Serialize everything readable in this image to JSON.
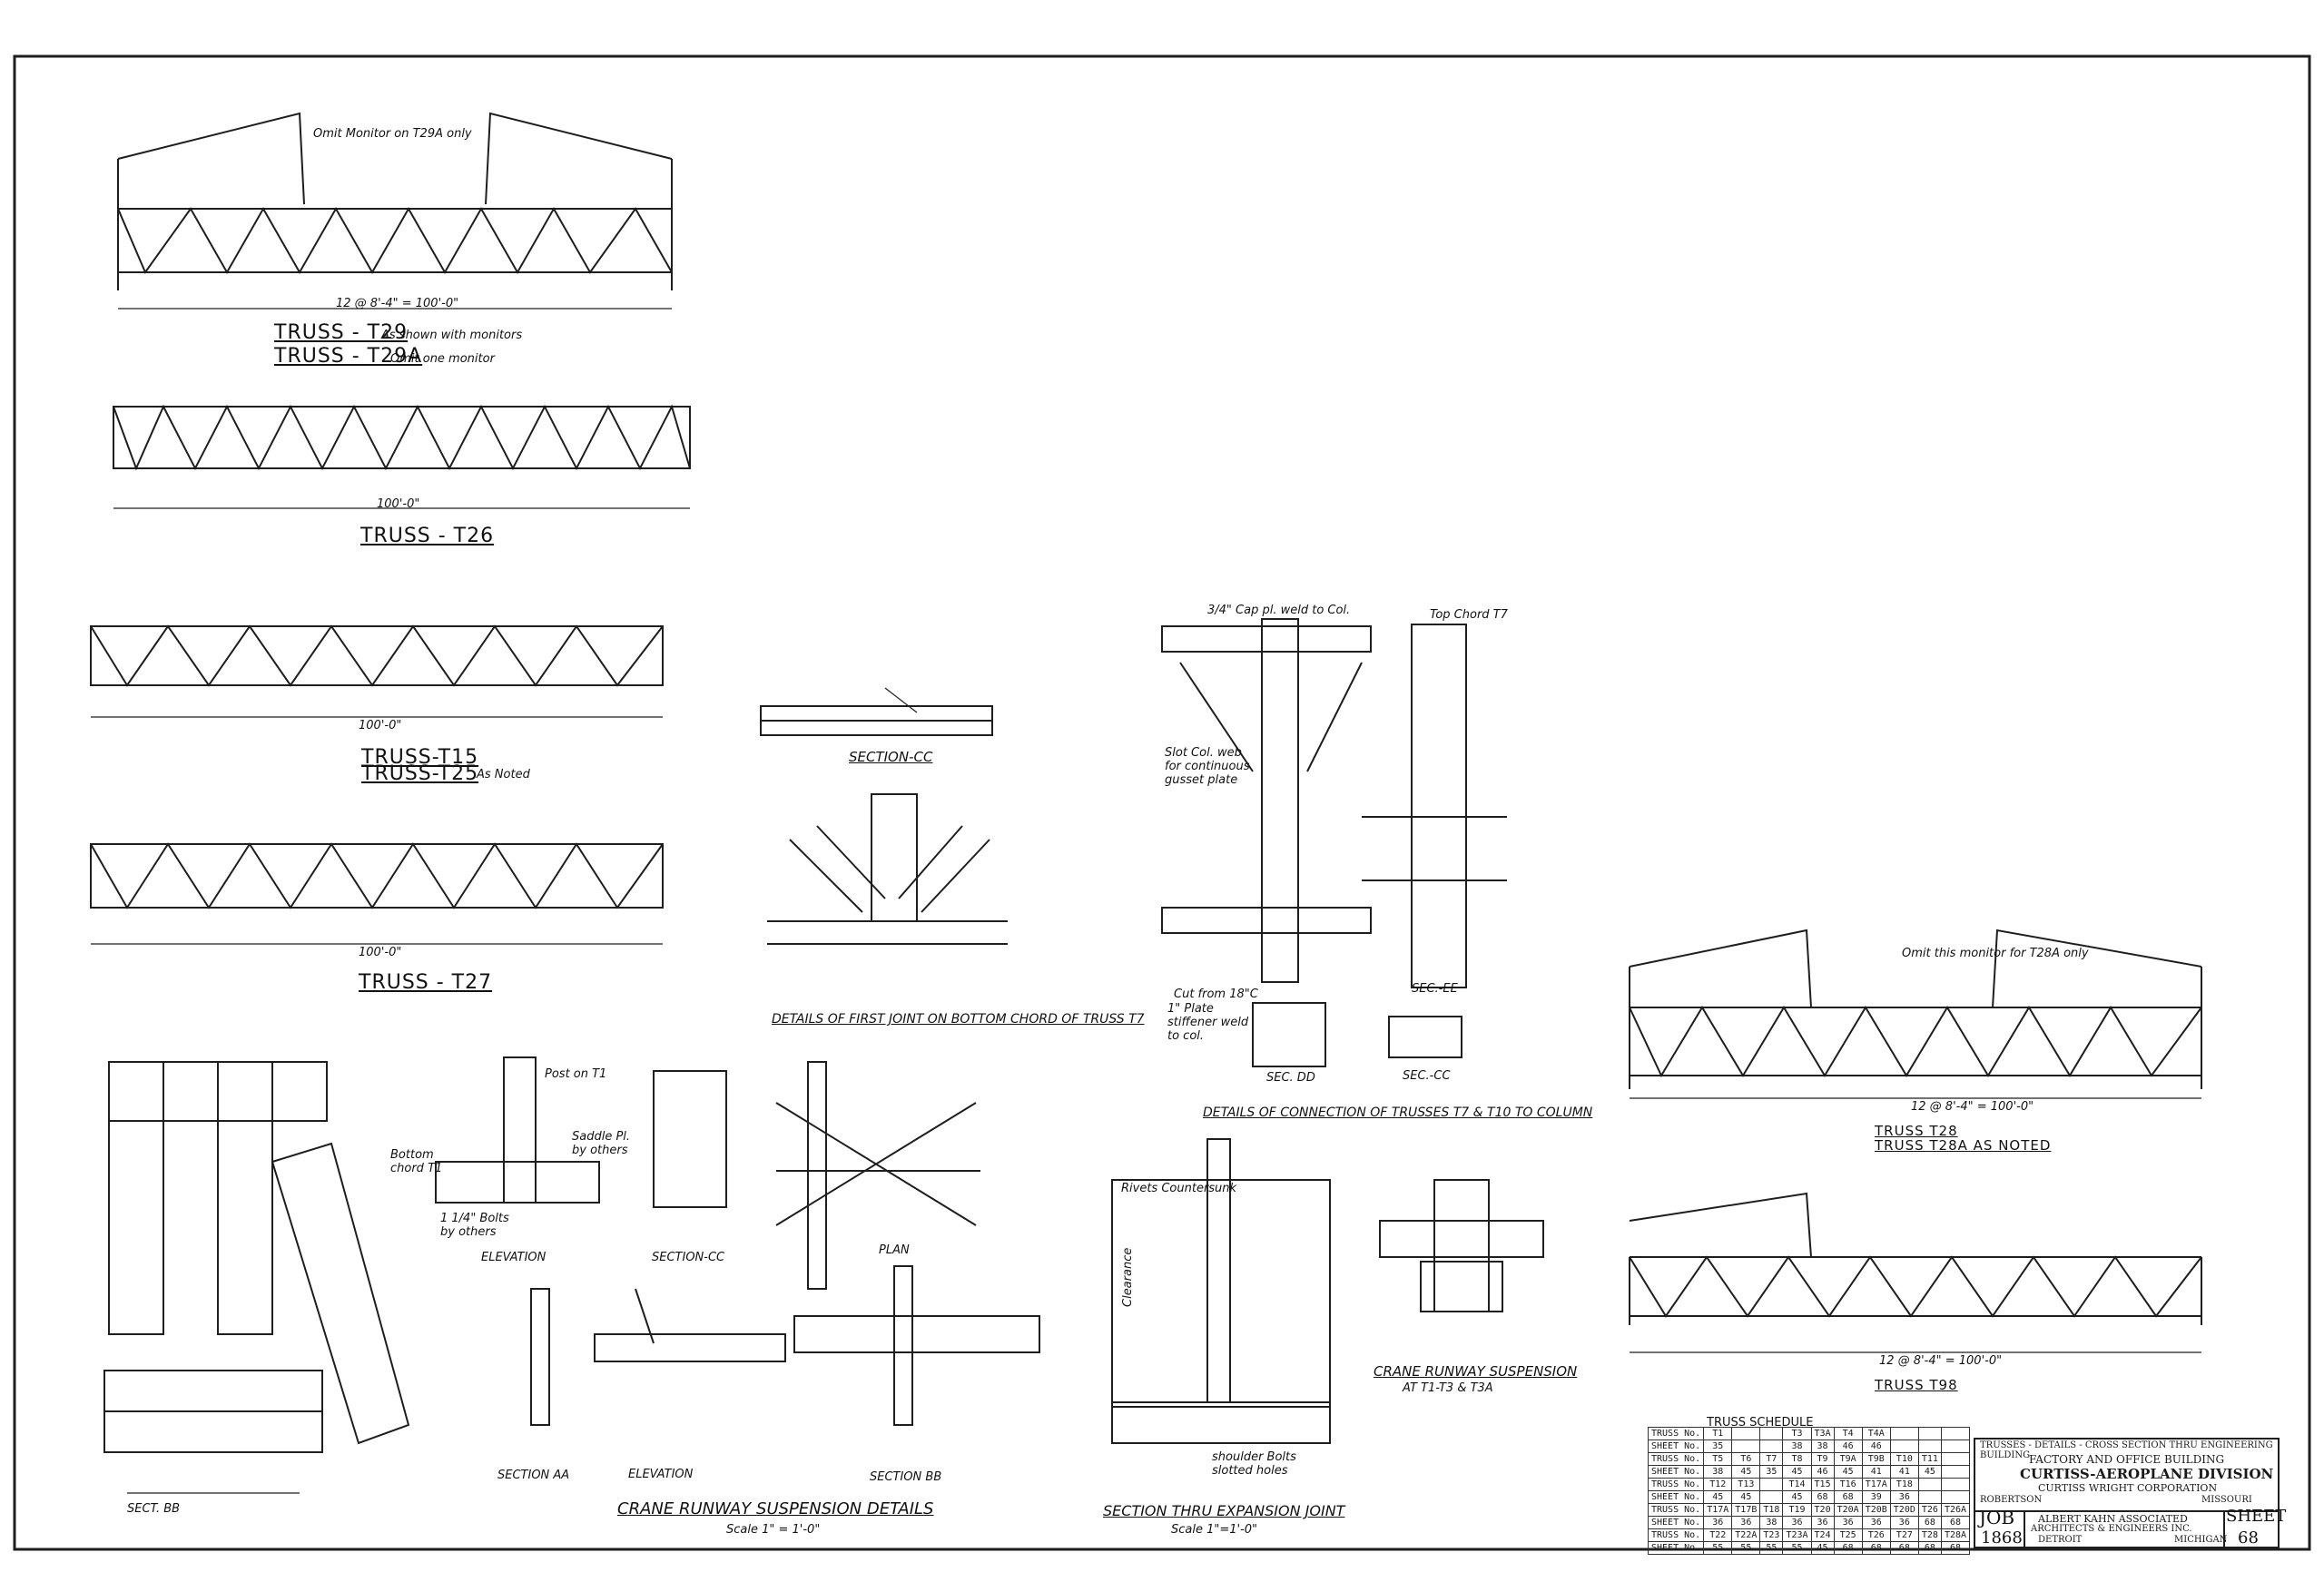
{
  "drawing": {
    "trusses": {
      "t29": {
        "title": "TRUSS - T29",
        "title_note": "As shown with monitors",
        "title2": "TRUSS - T29A",
        "title2_note": "Omit one monitor",
        "note": "Omit Monitor on T29A only",
        "span": "12 @ 8'-4\" = 100'-0\""
      },
      "t26": {
        "title": "TRUSS - T26",
        "span": "100'-0\""
      },
      "t15": {
        "title": "TRUSS-T15",
        "title2": "TRUSS-T25",
        "title2_note": "As Noted",
        "span": "100'-0\""
      },
      "t27": {
        "title": "TRUSS - T27",
        "span": "100'-0\""
      },
      "t28": {
        "title": "TRUSS T28",
        "title2": "TRUSS T28A AS NOTED",
        "note": "Omit this monitor for T28A only",
        "span": "12 @ 8'-4\" = 100'-0\""
      },
      "t98": {
        "title": "TRUSS T98",
        "span": "12 @ 8'-4\" = 100'-0\""
      }
    },
    "details": {
      "section_cc_small": "SECTION-CC",
      "first_joint": "DETAILS OF FIRST JOINT ON BOTTOM CHORD OF TRUSS T7",
      "connection": "DETAILS OF CONNECTION OF TRUSSES T7 & T10 TO COLUMN",
      "sec_dd": "SEC. DD",
      "sec_cc2": "SEC.-CC",
      "sec_ee": "SEC.-EE",
      "top_chord": "Top Chord T7",
      "cap_pl": "3/4\" Cap pl. weld to Col.",
      "slot_col": "Slot Col. web for continuous gusset plate",
      "cut_from": "Cut from 18\"C",
      "plate_stiff": "1\" Plate stiffener weld to col.",
      "sect_bb": "SECT. BB",
      "elevation": "ELEVATION",
      "section_cc3": "SECTION-CC",
      "plan": "PLAN",
      "section_aa": "SECTION AA",
      "elevation2": "ELEVATION",
      "section_bb": "SECTION BB",
      "crane_title": "CRANE RUNWAY SUSPENSION DETAILS",
      "crane_scale": "Scale 1\" = 1'-0\"",
      "expansion_title": "SECTION THRU EXPANSION JOINT",
      "expansion_scale": "Scale 1\"=1'-0\"",
      "crane_t1": "CRANE RUNWAY SUSPENSION",
      "crane_t1_sub": "AT T1-T3 & T3A",
      "bottom_chord": "Bottom chord T1",
      "bolts_others": "1 1/4\" Bolts by others",
      "saddle": "Saddle Pl. by others",
      "post": "Post on T1",
      "shoulder": "shoulder Bolts",
      "slotted": "slotted holes",
      "rivets": "Rivets Countersunk",
      "clearance": "Clearance"
    },
    "schedule": {
      "title": "TRUSS SCHEDULE",
      "rows": [
        [
          "TRUSS No.",
          "T1",
          "",
          "",
          "T3",
          "T3A",
          "T4",
          "T4A",
          "",
          "",
          ""
        ],
        [
          "SHEET No.",
          "35",
          "",
          "",
          "38",
          "38",
          "46",
          "46",
          "",
          "",
          ""
        ],
        [
          "TRUSS No.",
          "T5",
          "T6",
          "T7",
          "T8",
          "T9",
          "T9A",
          "T9B",
          "T10",
          "T11",
          ""
        ],
        [
          "SHEET No.",
          "38",
          "45",
          "35",
          "45",
          "46",
          "45",
          "41",
          "41",
          "45",
          ""
        ],
        [
          "TRUSS No.",
          "T12",
          "T13",
          "",
          "T14",
          "T15",
          "T16",
          "T17A",
          "T18",
          "",
          ""
        ],
        [
          "SHEET No.",
          "45",
          "45",
          "",
          "45",
          "68",
          "68",
          "39",
          "36",
          "",
          ""
        ],
        [
          "TRUSS No.",
          "T17A",
          "T17B",
          "T18",
          "T19",
          "T20",
          "T20A",
          "T20B",
          "T20D",
          "T26",
          "T26A"
        ],
        [
          "SHEET No.",
          "36",
          "36",
          "38",
          "36",
          "36",
          "36",
          "36",
          "36",
          "68",
          "68"
        ],
        [
          "TRUSS No.",
          "T22",
          "T22A",
          "T23",
          "T23A",
          "T24",
          "T25",
          "T26",
          "T27",
          "T28",
          "T28A"
        ],
        [
          "SHEET No.",
          "55",
          "55",
          "55",
          "55",
          "45",
          "68",
          "68",
          "68",
          "68",
          "68"
        ]
      ]
    },
    "title_block": {
      "line1": "TRUSSES - DETAILS - CROSS SECTION THRU ENGINEERING BUILDING",
      "line2": "FACTORY AND OFFICE BUILDING",
      "line3": "CURTISS-AEROPLANE DIVISION",
      "line4": "CURTISS WRIGHT CORPORATION",
      "line5": "ROBERTSON",
      "line5b": "MISSOURI",
      "line6": "ALBERT KAHN ASSOCIATED",
      "line7": "ARCHITECTS & ENGINEERS INC.",
      "line8": "DETROIT",
      "line8b": "MICHIGAN",
      "job_label": "JOB",
      "job_no": "1868",
      "sheet_label": "SHEET",
      "sheet_no": "68"
    }
  }
}
